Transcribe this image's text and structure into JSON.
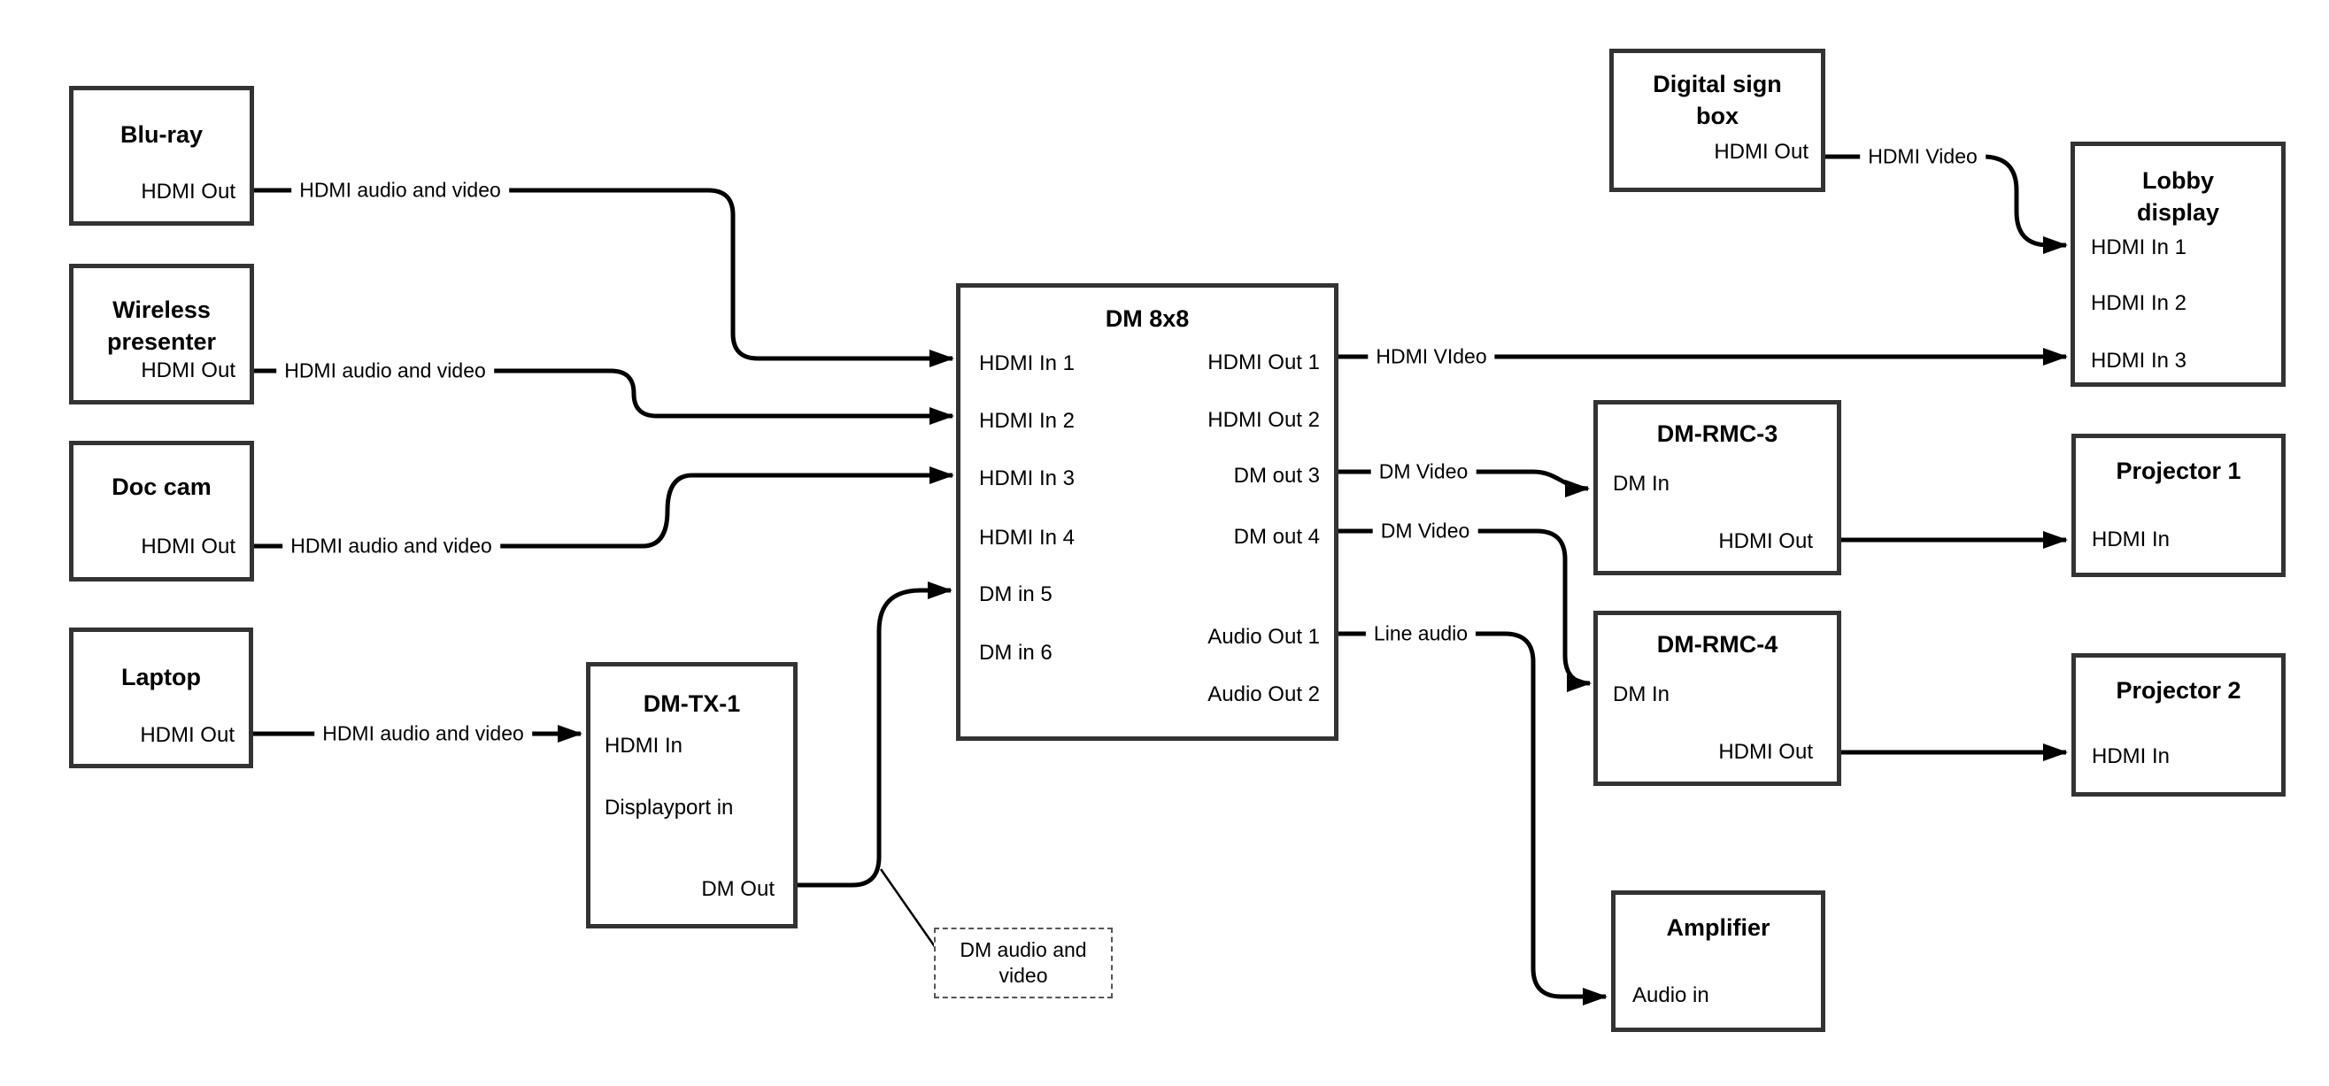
{
  "nodes": {
    "bluray": {
      "title_lines": [
        "Blu-ray"
      ],
      "ports": {
        "hdmi_out": "HDMI Out"
      }
    },
    "wireless": {
      "title_lines": [
        "Wireless",
        "presenter"
      ],
      "ports": {
        "hdmi_out": "HDMI Out"
      }
    },
    "doccam": {
      "title_lines": [
        "Doc cam"
      ],
      "ports": {
        "hdmi_out": "HDMI Out"
      }
    },
    "laptop": {
      "title_lines": [
        "Laptop"
      ],
      "ports": {
        "hdmi_out": "HDMI Out"
      }
    },
    "dmtx1": {
      "title_lines": [
        "DM-TX-1"
      ],
      "ports": {
        "hdmi_in": "HDMI In",
        "displayport_in": "Displayport in",
        "dm_out": "DM Out"
      }
    },
    "dm8x8": {
      "title_lines": [
        "DM 8x8"
      ],
      "ports": {
        "in1": "HDMI In 1",
        "in2": "HDMI In 2",
        "in3": "HDMI In 3",
        "in4": "HDMI In 4",
        "in5": "DM in 5",
        "in6": "DM in 6",
        "out1": "HDMI Out 1",
        "out2": "HDMI Out 2",
        "out3": "DM out 3",
        "out4": "DM out 4",
        "aout1": "Audio Out 1",
        "aout2": "Audio Out 2"
      }
    },
    "digitalsign": {
      "title_lines": [
        "Digital sign",
        "box"
      ],
      "ports": {
        "hdmi_out": "HDMI Out"
      }
    },
    "lobby": {
      "title_lines": [
        "Lobby",
        "display"
      ],
      "ports": {
        "in1": "HDMI In 1",
        "in2": "HDMI In 2",
        "in3": "HDMI In 3"
      }
    },
    "dmrmc3": {
      "title_lines": [
        "DM-RMC-3"
      ],
      "ports": {
        "dm_in": "DM In",
        "hdmi_out": "HDMI Out"
      }
    },
    "dmrmc4": {
      "title_lines": [
        "DM-RMC-4"
      ],
      "ports": {
        "dm_in": "DM In",
        "hdmi_out": "HDMI Out"
      }
    },
    "proj1": {
      "title_lines": [
        "Projector 1"
      ],
      "ports": {
        "hdmi_in": "HDMI In"
      }
    },
    "proj2": {
      "title_lines": [
        "Projector 2"
      ],
      "ports": {
        "hdmi_in": "HDMI In"
      }
    },
    "amplifier": {
      "title_lines": [
        "Amplifier"
      ],
      "ports": {
        "audio_in": "Audio in"
      }
    }
  },
  "edge_labels": {
    "bluray_to_dm8x8": "HDMI audio and video",
    "wireless_to_dm8x8": "HDMI audio and video",
    "doccam_to_dm8x8": "HDMI audio and video",
    "laptop_to_dmtx1": "HDMI audio and video",
    "digitalsign_to_lobby": "HDMI Video",
    "dm8x8_out1_to_lobby": "HDMI VIdeo",
    "dm8x8_out3_to_dmrmc3": "DM Video",
    "dm8x8_out4_to_dmrmc4": "DM Video",
    "dm8x8_aout1_to_amplifier": "Line audio"
  },
  "note": {
    "lines": [
      "DM audio and",
      "video"
    ]
  },
  "colors": {
    "background": "#ffffff",
    "box_border": "#333333",
    "connector": "#000000",
    "text": "#000000"
  }
}
